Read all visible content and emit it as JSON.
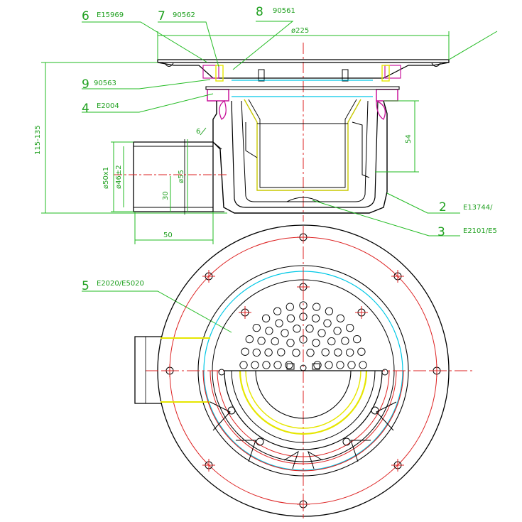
{
  "colors": {
    "outline": "#000000",
    "leader": "#22bb22",
    "center": "#dd2222",
    "cyan": "#00c8e6",
    "yellow": "#e6e600",
    "magenta": "#c8149b"
  },
  "callouts": [
    {
      "num": "6",
      "code": "E15969"
    },
    {
      "num": "7",
      "code": "90562"
    },
    {
      "num": "8",
      "code": "90561"
    },
    {
      "num": "9",
      "code": "90563"
    },
    {
      "num": "4",
      "code": "E2004"
    },
    {
      "num": "2",
      "code": "E13744/"
    },
    {
      "num": "3",
      "code": "E2101/E5"
    },
    {
      "num": "5",
      "code": "E2020/E5020"
    }
  ],
  "dimensions": {
    "top_diameter": "ø225",
    "height": "115-135",
    "depth": "54",
    "outlet_outer": "ø50x1",
    "outlet_inner": "ø46±2",
    "outlet_pipe": "ø55",
    "outlet_height": "30",
    "outlet_length": "50",
    "small_note": "6"
  },
  "icons": [
    "hole-grate-icon",
    "screw-mark-icon"
  ]
}
